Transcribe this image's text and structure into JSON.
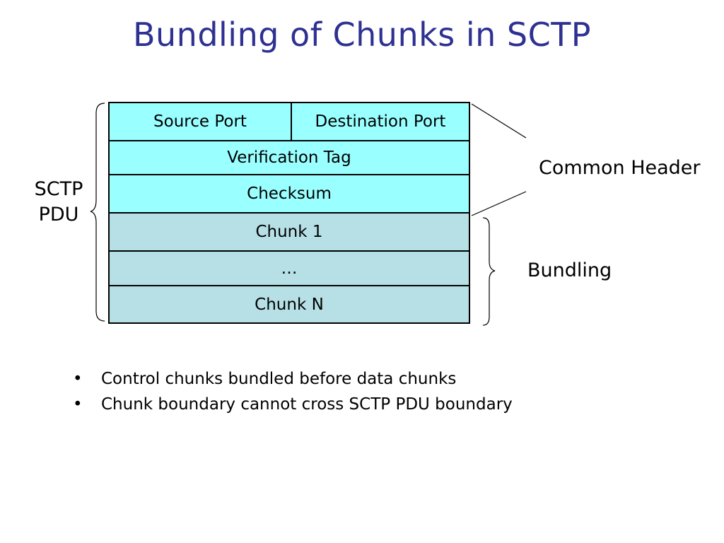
{
  "title": "Bundling of Chunks in SCTP",
  "diagram": {
    "header_rows": {
      "source_port": "Source Port",
      "destination_port": "Destination Port",
      "verification_tag": "Verification Tag",
      "checksum": "Checksum"
    },
    "chunk_rows": [
      "Chunk 1",
      "…",
      "Chunk N"
    ],
    "labels": {
      "pdu_line1": "SCTP",
      "pdu_line2": "PDU",
      "common_header": "Common Header",
      "bundling": "Bundling"
    },
    "colors": {
      "header_fill": "#99ffff",
      "chunk_fill": "#b6e0e6",
      "title": "#2e3192"
    }
  },
  "bullets": [
    "Control chunks bundled before data chunks",
    "Chunk boundary cannot cross SCTP PDU boundary"
  ]
}
